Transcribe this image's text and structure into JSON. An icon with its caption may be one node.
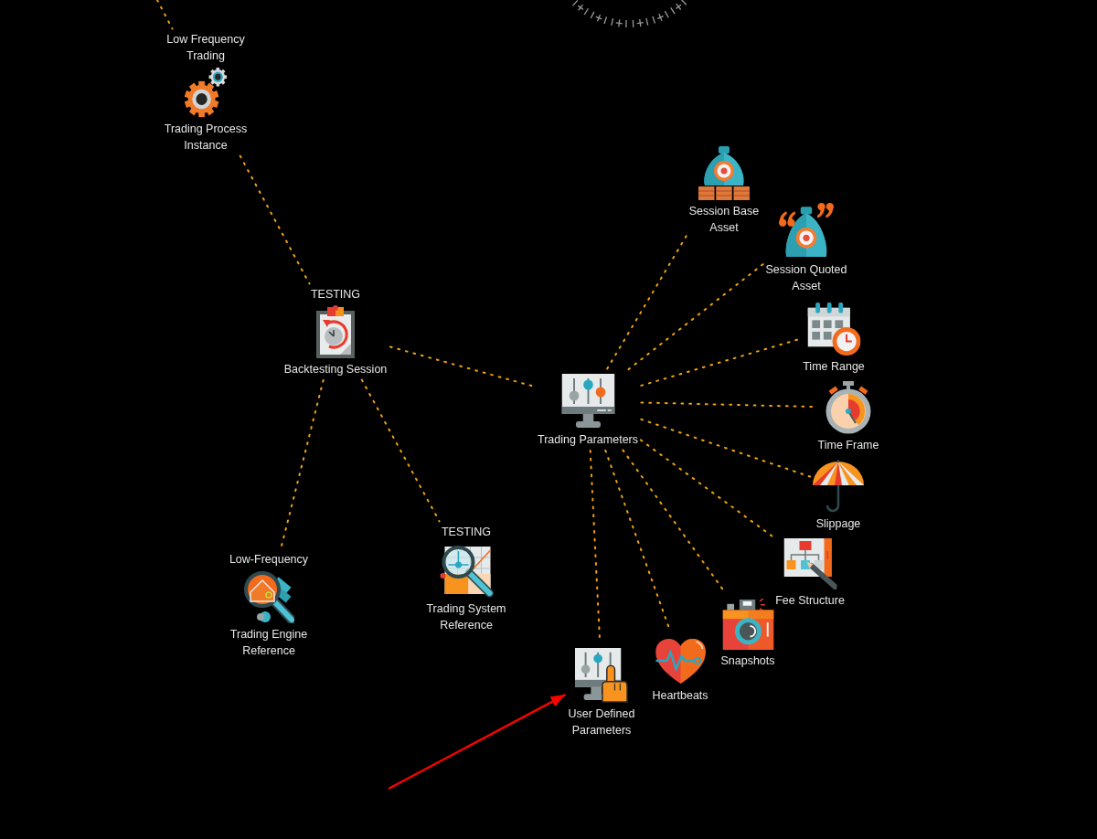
{
  "diagram": {
    "nodes": [
      {
        "text": [
          "Low Frequency Trading",
          "Trading Process Instance"
        ]
      },
      {
        "text": [
          "Session Base Asset"
        ]
      },
      {
        "text": [
          "Session Quoted Asset"
        ]
      },
      {
        "text": [
          "TESTING",
          "Backtesting Session"
        ]
      },
      {
        "text": [
          "Time Range"
        ]
      },
      {
        "text": [
          "Trading Parameters"
        ]
      },
      {
        "text": [
          "Time Frame"
        ]
      },
      {
        "text": [
          "Slippage"
        ]
      },
      {
        "text": [
          "TESTING",
          "Trading System Reference"
        ]
      },
      {
        "text": [
          "Low-Frequency",
          "Trading Engine Reference"
        ]
      },
      {
        "text": [
          "Fee Structure"
        ]
      },
      {
        "text": [
          "Snapshots"
        ]
      },
      {
        "text": [
          "Heartbeats"
        ]
      },
      {
        "text": [
          "User Defined Parameters"
        ]
      }
    ],
    "edges": [
      {
        "from": null,
        "to": 0,
        "arrow": "none",
        "style": "dashed"
      },
      {
        "from": 0,
        "to": 3,
        "arrow": "none",
        "style": "dashed"
      },
      {
        "from": 3,
        "to": 5,
        "arrow": "none",
        "style": "dashed"
      },
      {
        "from": 3,
        "to": 9,
        "arrow": "none",
        "style": "dashed"
      },
      {
        "from": 3,
        "to": 8,
        "arrow": "none",
        "style": "dashed"
      },
      {
        "from": 5,
        "to": 1,
        "arrow": "none",
        "style": "dashed"
      },
      {
        "from": 5,
        "to": 2,
        "arrow": "none",
        "style": "dashed"
      },
      {
        "from": 5,
        "to": 4,
        "arrow": "none",
        "style": "dashed"
      },
      {
        "from": 5,
        "to": 6,
        "arrow": "none",
        "style": "dashed"
      },
      {
        "from": 5,
        "to": 7,
        "arrow": "none",
        "style": "dashed"
      },
      {
        "from": 5,
        "to": 10,
        "arrow": "none",
        "style": "dashed"
      },
      {
        "from": 5,
        "to": 11,
        "arrow": "none",
        "style": "dashed"
      },
      {
        "from": 5,
        "to": 12,
        "arrow": "none",
        "style": "dashed"
      },
      {
        "from": 5,
        "to": 13,
        "arrow": "none",
        "style": "dashed"
      },
      {
        "from": null,
        "to": 13,
        "arrow": "to",
        "color": "#ff0000"
      }
    ]
  }
}
